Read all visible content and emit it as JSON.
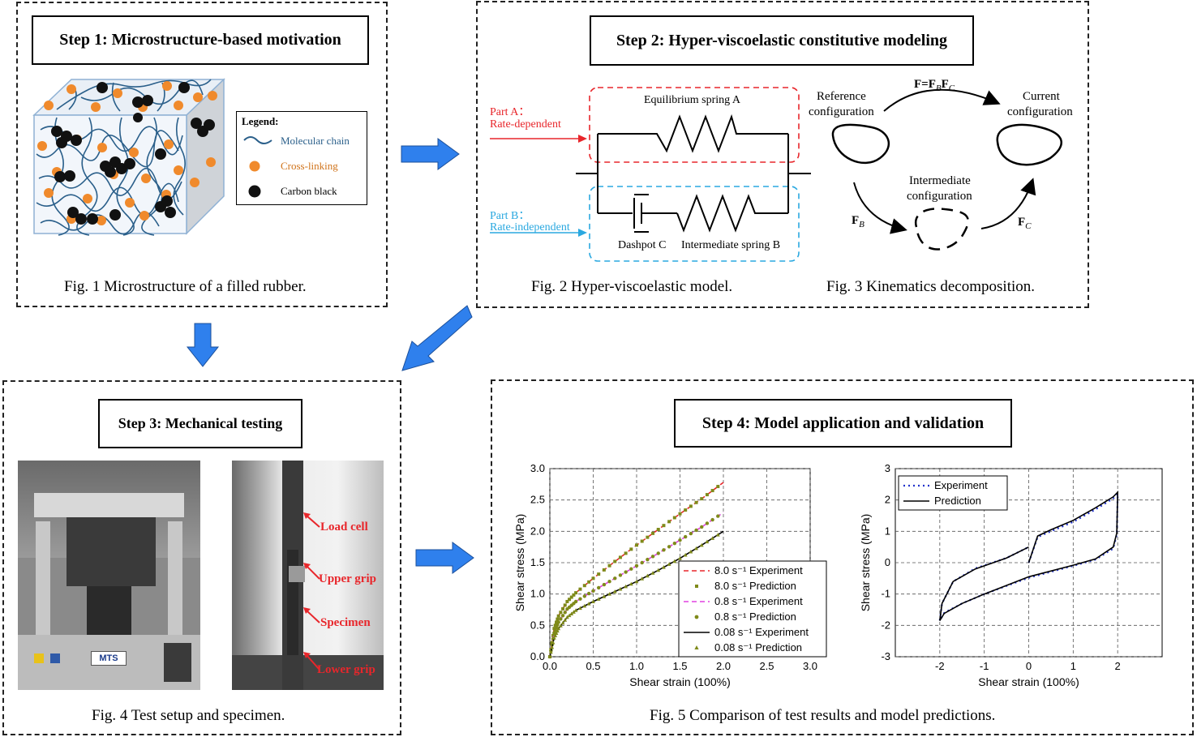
{
  "steps": {
    "s1": {
      "title": "Step 1: Microstructure-based motivation",
      "caption": "Fig. 1 Microstructure of a filled rubber."
    },
    "s2": {
      "title": "Step 2: Hyper-viscoelastic constitutive modeling",
      "caption2": "Fig. 2 Hyper-viscoelastic model.",
      "caption3": "Fig. 3 Kinematics decomposition."
    },
    "s3": {
      "title": "Step 3: Mechanical testing",
      "caption": "Fig. 4 Test setup and specimen."
    },
    "s4": {
      "title": "Step 4: Model application and validation",
      "caption": "Fig. 5 Comparison of test results and model predictions."
    }
  },
  "legend1": {
    "title": "Legend:",
    "chain": "Molecular chain",
    "cross": "Cross-linking",
    "carbon": "Carbon black"
  },
  "model": {
    "partA_1": "Part A：",
    "partA_2": "Rate-dependent",
    "partB_1": "Part B：",
    "partB_2": "Rate-independent",
    "springA": "Equilibrium spring A",
    "dashpot": "Dashpot C",
    "springB": "Intermediate spring B"
  },
  "kin": {
    "ref1": "Reference",
    "ref2": "configuration",
    "cur1": "Current",
    "cur2": "configuration",
    "int1": "Intermediate",
    "int2": "configuration",
    "F_main": "F",
    "F_eq": "=F",
    "F_B_sub": "B",
    "F_C": "F",
    "F_C_sub": "C",
    "FB": "F",
    "FB_sub": "B",
    "FC": "F",
    "FC_sub": "C"
  },
  "photo_labels": {
    "load": "Load cell",
    "upper": "Upper grip",
    "spec": "Specimen",
    "lower": "Lower grip",
    "mts": "MTS"
  },
  "colors": {
    "red": "#e8262b",
    "blue": "#2aa8e0",
    "arrow": "#2f80ed",
    "orange": "#f08a2c",
    "chain": "#2a5f8a",
    "olive": "#7f8a1a",
    "magenta": "#e040e0"
  },
  "chart_data": [
    {
      "type": "line",
      "xlabel": "Shear strain (100%)",
      "ylabel": "Shear stress (MPa)",
      "xlim": [
        0,
        3.0
      ],
      "ylim": [
        0,
        3.0
      ],
      "xticks": [
        "0.0",
        "0.5",
        "1.0",
        "1.5",
        "2.0",
        "2.5",
        "3.0"
      ],
      "yticks": [
        "0.0",
        "0.5",
        "1.0",
        "1.5",
        "2.0",
        "2.5",
        "3.0"
      ],
      "grid": true,
      "legend": "bottom-right",
      "series": [
        {
          "name": "8.0 s⁻¹ Experiment",
          "style": "dashed",
          "color": "#e8262b",
          "x": [
            0,
            0.05,
            0.1,
            0.2,
            0.3,
            0.5,
            0.75,
            1.0,
            1.25,
            1.5,
            1.75,
            2.0
          ],
          "y": [
            0,
            0.45,
            0.65,
            0.88,
            1.02,
            1.25,
            1.52,
            1.78,
            2.03,
            2.28,
            2.52,
            2.78
          ]
        },
        {
          "name": "8.0 s⁻¹ Prediction",
          "style": "square-markers",
          "color": "#7f8a1a",
          "x": [
            0,
            0.05,
            0.1,
            0.2,
            0.3,
            0.5,
            0.75,
            1.0,
            1.25,
            1.5,
            1.75,
            2.0
          ],
          "y": [
            0,
            0.45,
            0.65,
            0.88,
            1.02,
            1.25,
            1.52,
            1.78,
            2.03,
            2.28,
            2.52,
            2.78
          ]
        },
        {
          "name": "0.8 s⁻¹ Experiment",
          "style": "dashed",
          "color": "#e040e0",
          "x": [
            0,
            0.05,
            0.1,
            0.2,
            0.3,
            0.5,
            0.75,
            1.0,
            1.25,
            1.5,
            1.75,
            2.0
          ],
          "y": [
            0,
            0.38,
            0.55,
            0.76,
            0.88,
            1.05,
            1.25,
            1.45,
            1.65,
            1.86,
            2.07,
            2.3
          ]
        },
        {
          "name": "0.8 s⁻¹ Prediction",
          "style": "circle-markers",
          "color": "#7f8a1a",
          "x": [
            0,
            0.05,
            0.1,
            0.2,
            0.3,
            0.5,
            0.75,
            1.0,
            1.25,
            1.5,
            1.75,
            2.0
          ],
          "y": [
            0,
            0.38,
            0.55,
            0.76,
            0.88,
            1.05,
            1.25,
            1.45,
            1.65,
            1.86,
            2.07,
            2.3
          ]
        },
        {
          "name": "0.08 s⁻¹ Experiment",
          "style": "solid",
          "color": "#000000",
          "x": [
            0,
            0.05,
            0.1,
            0.2,
            0.3,
            0.5,
            0.75,
            1.0,
            1.25,
            1.5,
            1.75,
            2.0
          ],
          "y": [
            0,
            0.3,
            0.45,
            0.63,
            0.74,
            0.88,
            1.04,
            1.2,
            1.38,
            1.57,
            1.78,
            2.0
          ]
        },
        {
          "name": "0.08 s⁻¹ Prediction",
          "style": "triangle-markers",
          "color": "#7f8a1a",
          "x": [
            0,
            0.05,
            0.1,
            0.2,
            0.3,
            0.5,
            0.75,
            1.0,
            1.25,
            1.5,
            1.75,
            2.0
          ],
          "y": [
            0,
            0.3,
            0.45,
            0.63,
            0.74,
            0.88,
            1.04,
            1.2,
            1.38,
            1.57,
            1.78,
            2.0
          ]
        }
      ]
    },
    {
      "type": "line",
      "xlabel": "Shear strain (100%)",
      "ylabel": "Shear stress (MPa)",
      "xlim": [
        -3,
        3
      ],
      "ylim": [
        -3,
        3
      ],
      "xticks": [
        "-2",
        "-1",
        "0",
        "1",
        "2"
      ],
      "yticks": [
        "-3",
        "-2",
        "-1",
        "0",
        "1",
        "2",
        "3"
      ],
      "grid": true,
      "legend": "top-left",
      "series": [
        {
          "name": "Experiment",
          "style": "dotted",
          "color": "#2233cc",
          "x": [
            0,
            0.2,
            0.5,
            1.0,
            1.5,
            1.9,
            2.0,
            1.98,
            1.9,
            1.5,
            1.0,
            0,
            -1.0,
            -1.5,
            -1.9,
            -2.0,
            -1.95,
            -1.7,
            -1.2,
            -0.5,
            0
          ],
          "y": [
            0,
            0.82,
            1.0,
            1.3,
            1.7,
            2.05,
            2.2,
            0.9,
            0.45,
            0.1,
            -0.1,
            -0.48,
            -1.0,
            -1.3,
            -1.6,
            -1.85,
            -1.3,
            -0.6,
            -0.18,
            0.15,
            0.5
          ]
        },
        {
          "name": "Prediction",
          "style": "solid",
          "color": "#000000",
          "x": [
            0,
            0.2,
            0.5,
            1.0,
            1.5,
            1.9,
            2.0,
            1.98,
            1.9,
            1.5,
            1.0,
            0,
            -1.0,
            -1.5,
            -1.9,
            -2.0,
            -1.95,
            -1.7,
            -1.2,
            -0.5,
            0
          ],
          "y": [
            0,
            0.85,
            1.05,
            1.35,
            1.75,
            2.1,
            2.25,
            0.95,
            0.5,
            0.12,
            -0.08,
            -0.45,
            -1.0,
            -1.3,
            -1.62,
            -1.85,
            -1.3,
            -0.6,
            -0.2,
            0.15,
            0.5
          ]
        }
      ]
    }
  ]
}
